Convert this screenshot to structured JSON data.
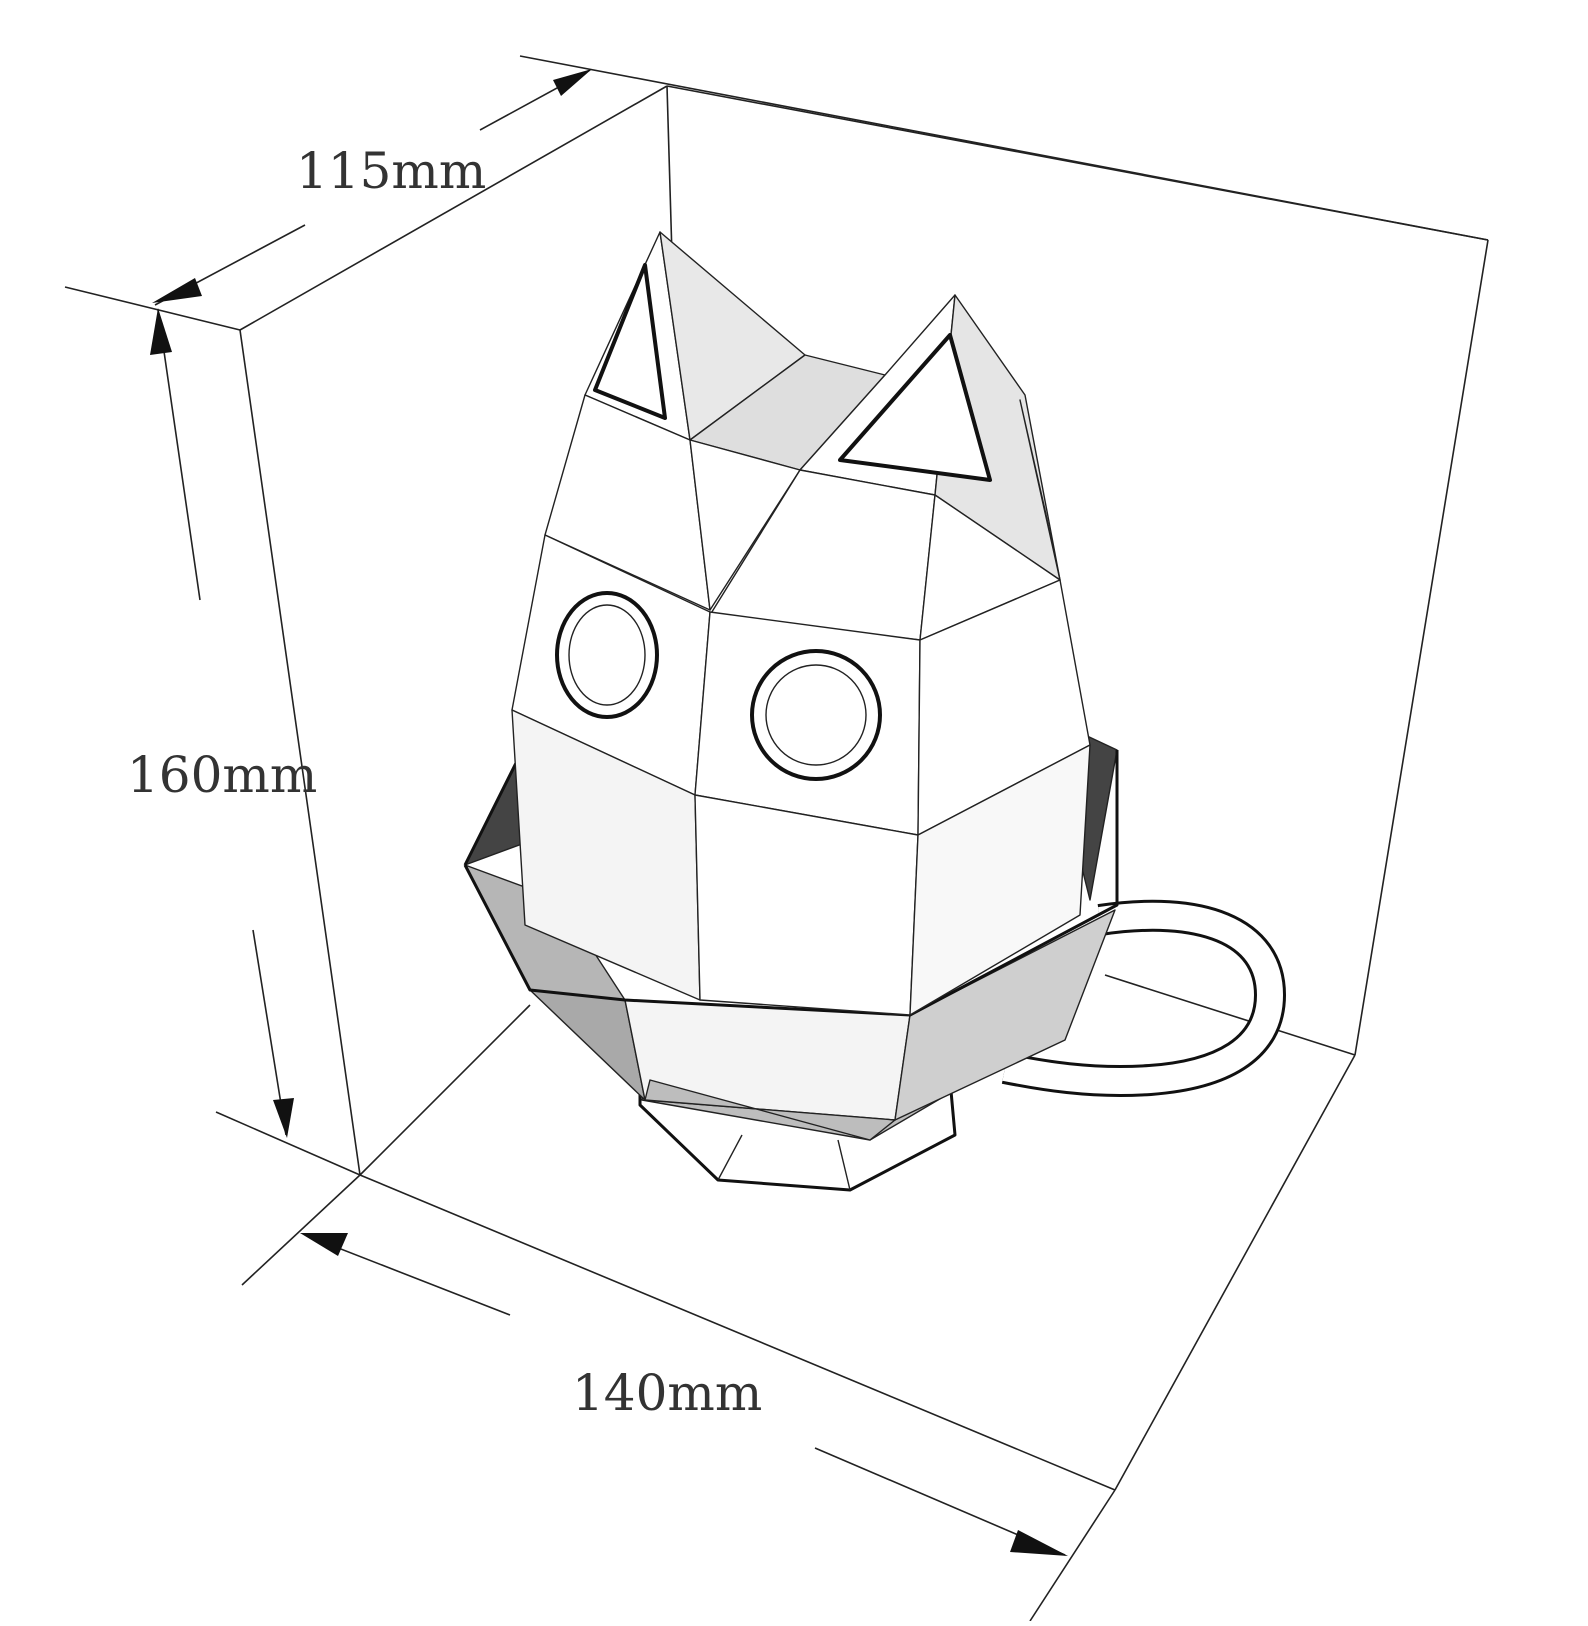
{
  "dimensions": {
    "depth": "115mm",
    "height": "160mm",
    "width": "140mm"
  },
  "colors": {
    "line": "#222222",
    "text": "#333333",
    "face_white": "#ffffff",
    "face_light": "#f2f2f2",
    "face_mid": "#cfcfcf",
    "face_gray": "#b4b4b4",
    "face_dark": "#444444"
  }
}
